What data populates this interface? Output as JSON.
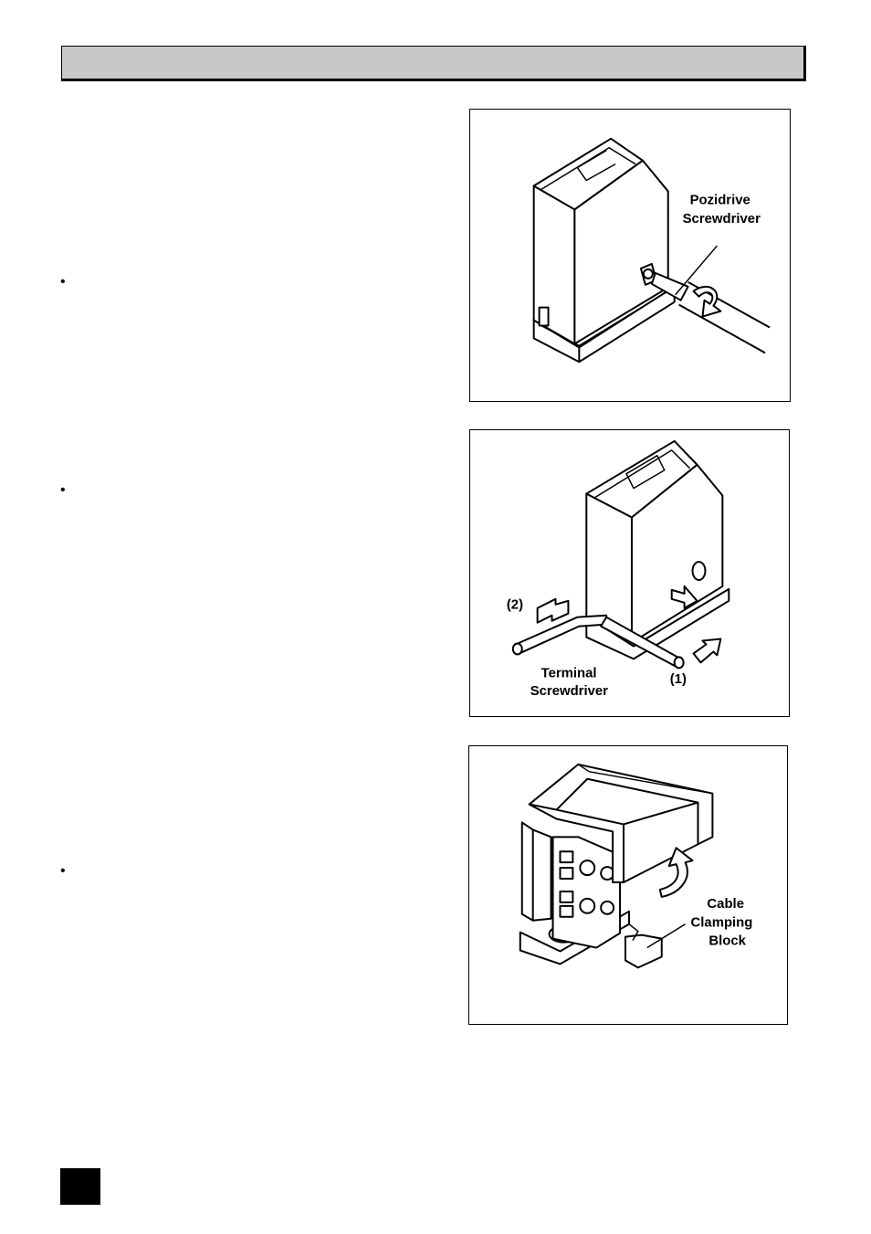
{
  "header": {
    "title": ""
  },
  "bullets": [
    "•",
    "•",
    "•"
  ],
  "figure1": {
    "label_line1": "Pozidrive",
    "label_line2": "Screwdriver"
  },
  "figure2": {
    "label_2": "(2)",
    "label_1": "(1)",
    "label_line1": "Terminal",
    "label_line2": "Screwdriver"
  },
  "figure3": {
    "label_line1": "Cable",
    "label_line2": "Clamping",
    "label_line3": "Block"
  },
  "page_number": ""
}
